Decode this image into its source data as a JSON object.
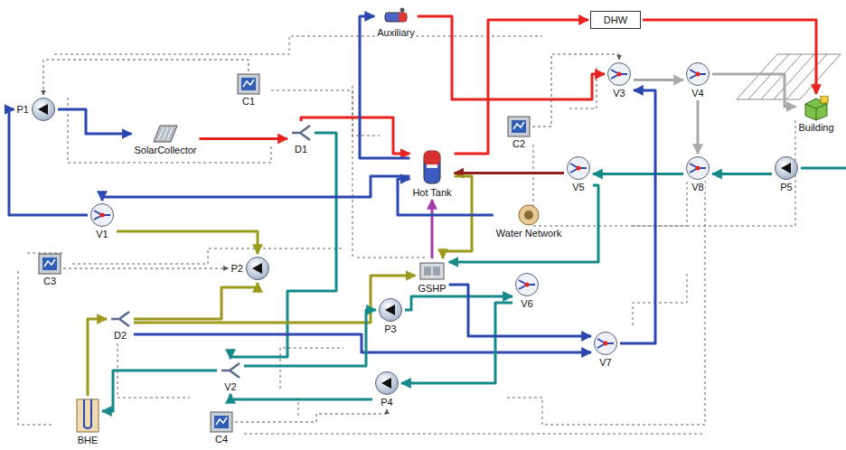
{
  "diagram": {
    "nodes": [
      {
        "text": [
          "P1"
        ]
      },
      {
        "text": [
          "SolarCollector"
        ]
      },
      {
        "text": [
          "C1"
        ]
      },
      {
        "text": [
          "D1"
        ]
      },
      {
        "text": [
          "Auxiliary"
        ]
      },
      {
        "text": [
          "DHW"
        ]
      },
      {
        "text": [
          "V3"
        ]
      },
      {
        "text": [
          "V4"
        ]
      },
      {
        "text": [
          "Building"
        ]
      },
      {
        "text": [
          "C2"
        ]
      },
      {
        "text": [
          "Hot Tank"
        ]
      },
      {
        "text": [
          "V5"
        ]
      },
      {
        "text": [
          "V8"
        ]
      },
      {
        "text": [
          "P5"
        ]
      },
      {
        "text": [
          "Water Network"
        ]
      },
      {
        "text": [
          "V1"
        ]
      },
      {
        "text": [
          "C3"
        ]
      },
      {
        "text": [
          "P2"
        ]
      },
      {
        "text": [
          "GSHP"
        ]
      },
      {
        "text": [
          "V6"
        ]
      },
      {
        "text": [
          "P3"
        ]
      },
      {
        "text": [
          "D2"
        ]
      },
      {
        "text": [
          "V7"
        ]
      },
      {
        "text": [
          "V2"
        ]
      },
      {
        "text": [
          "P4"
        ]
      },
      {
        "text": [
          "BHE"
        ]
      },
      {
        "text": [
          "C4"
        ]
      }
    ],
    "edges": [
      {
        "from": 15,
        "to": 0,
        "arrow": "to"
      },
      {
        "from": 0,
        "to": 1,
        "arrow": "to"
      },
      {
        "from": 1,
        "to": 3,
        "arrow": "to"
      },
      {
        "from": 3,
        "to": 10,
        "arrow": "to"
      },
      {
        "from": 3,
        "to": 23,
        "arrow": "to"
      },
      {
        "from": 10,
        "to": 15,
        "arrow": "to"
      },
      {
        "from": 10,
        "to": 4,
        "arrow": "to"
      },
      {
        "from": 4,
        "to": 6,
        "arrow": "to"
      },
      {
        "from": 10,
        "to": 5,
        "arrow": "to"
      },
      {
        "from": 5,
        "to": 8,
        "arrow": "to"
      },
      {
        "from": 6,
        "to": 7,
        "arrow": "to"
      },
      {
        "from": 7,
        "to": 8,
        "arrow": "to"
      },
      {
        "from": 7,
        "to": 12,
        "arrow": "to"
      },
      {
        "from": 13,
        "to": 12,
        "arrow": "to"
      },
      {
        "from": 12,
        "to": 11,
        "arrow": "to"
      },
      {
        "from": 11,
        "to": 10,
        "arrow": "to"
      },
      {
        "from": 22,
        "to": 6,
        "arrow": "to"
      },
      {
        "from": 11,
        "to": 18,
        "arrow": "to"
      },
      {
        "from": 18,
        "to": 10,
        "arrow": "to"
      },
      {
        "from": 10,
        "to": 18,
        "arrow": "to"
      },
      {
        "from": 14,
        "to": 10,
        "arrow": "to"
      },
      {
        "from": 25,
        "to": 21,
        "arrow": "to"
      },
      {
        "from": 21,
        "to": 17,
        "arrow": "to"
      },
      {
        "from": 21,
        "to": 18,
        "arrow": "to"
      },
      {
        "from": 15,
        "to": 17,
        "arrow": "to"
      },
      {
        "from": 21,
        "to": 22,
        "arrow": "to"
      },
      {
        "from": 23,
        "to": 25,
        "arrow": "to"
      },
      {
        "from": 23,
        "to": 20,
        "arrow": "to"
      },
      {
        "from": 20,
        "to": 19,
        "arrow": "to"
      },
      {
        "from": 24,
        "to": 23,
        "arrow": "to"
      },
      {
        "from": 19,
        "to": 24,
        "arrow": "to"
      },
      {
        "from": 18,
        "to": 22,
        "arrow": "to"
      },
      {
        "from": 2,
        "to": 0,
        "arrow": "to"
      },
      {
        "from": 16,
        "to": 17,
        "arrow": "to"
      },
      {
        "from": 9,
        "to": 6,
        "arrow": "to"
      },
      {
        "from": 26,
        "to": 24,
        "arrow": "to"
      }
    ]
  }
}
